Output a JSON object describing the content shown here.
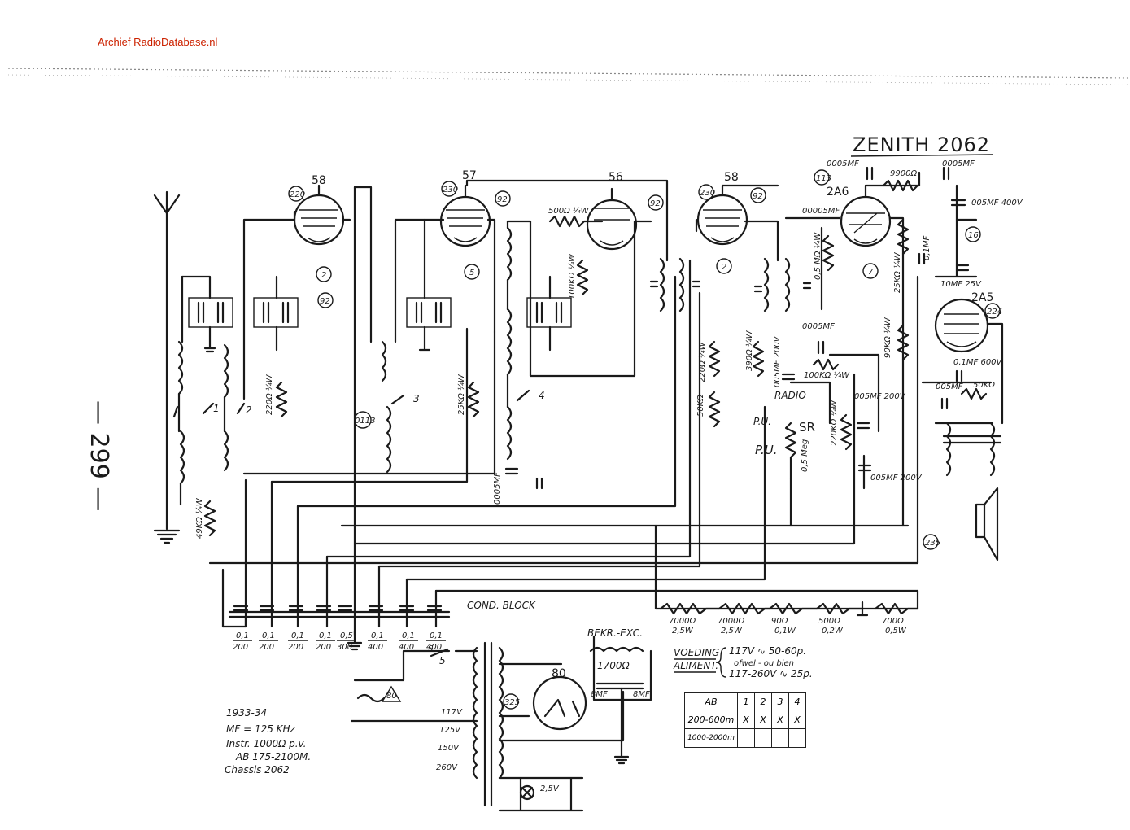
{
  "source_label": "Archief RadioDatabase.nl",
  "title": "ZENITH 2062",
  "page_number": "— 299 —",
  "tubes": {
    "t1": "58",
    "t2": "57",
    "t3": "56",
    "t4": "58",
    "t5": "2A6",
    "t6": "2A5",
    "rect": "80"
  },
  "circled_refs": {
    "c220a": "220",
    "c2a": "2",
    "c92a": "92",
    "c230a": "230",
    "c92b": "92",
    "c5": "5",
    "c92c": "92",
    "c230b": "230",
    "c92d": "92",
    "c2b": "2",
    "c113": "113",
    "c7": "7",
    "c16": "16",
    "c224": "224",
    "c235": "235",
    "c325": "325",
    "c0113": "0113",
    "c80": "80"
  },
  "switch_numbers": {
    "s1": "1",
    "s2": "2",
    "s3": "3",
    "s4": "4",
    "s5": "5"
  },
  "component_labels": {
    "r500": "500Ω ¼W",
    "r100k": "100KΩ ¼W",
    "r25k": "25KΩ ¼W",
    "r220a": "220Ω ¼W",
    "r220b": "220Ω ¼W",
    "r50k": "50KΩ",
    "r49k": "49KΩ ¼W",
    "r390": "390Ω ¼W",
    "r100k2": "100KΩ ¼W",
    "r220k": "220KΩ ¼W",
    "r9900": "9900Ω",
    "r90k": "90KΩ ¼W",
    "r25kb": "25KΩ ¼W",
    "r50kb": "50KΩ",
    "r0_5m": "0,5 MΩ ¼W",
    "c00005a": "0005MF",
    "c00005b": "0005MF",
    "c00005c": "0005MF",
    "c00005d": "00005MF",
    "c0005e": "0005MF",
    "c005a": "005MF 200V",
    "c005b": "005MF 200V",
    "c005c": "005MF 400V",
    "c005d": "005MF 200V",
    "c0_1a": "0,1MF",
    "c10mf": "10MF 25V",
    "c0_1b": "0,1MF 600V",
    "c005e": "005MF",
    "radio": "RADIO",
    "pu1": "P.U.",
    "pu2": "P.U.",
    "sr": "SR",
    "r0_5meg": "0,5 Meg",
    "bekr": "BEKR.-EXC.",
    "r1700": "1700Ω",
    "hf8a": "8MF",
    "hf8b": "8MF",
    "v117": "117V",
    "v125": "125V",
    "v150": "150V",
    "v260": "260V",
    "v25": "2,5V",
    "s_sw": "S",
    "cond_block": "COND. BLOCK"
  },
  "divider_resistors": [
    {
      "value": "7000Ω",
      "watt": "2,5W"
    },
    {
      "value": "7000Ω",
      "watt": "2,5W"
    },
    {
      "value": "90Ω",
      "watt": "0,1W"
    },
    {
      "value": "500Ω",
      "watt": "0,2W"
    },
    {
      "value": "700Ω",
      "watt": "0,5W"
    }
  ],
  "cond_block_caps": [
    {
      "top": "0,1",
      "bottom": "200"
    },
    {
      "top": "0,1",
      "bottom": "200"
    },
    {
      "top": "0,1",
      "bottom": "200"
    },
    {
      "top": "0,1",
      "bottom": "200"
    },
    {
      "top": "0,5",
      "bottom": "300"
    },
    {
      "top": "0,1",
      "bottom": "400"
    },
    {
      "top": "0,1",
      "bottom": "400"
    },
    {
      "top": "0,1",
      "bottom": "400"
    }
  ],
  "voeding": {
    "label1": "VOEDING",
    "label2": "ALIMENT.",
    "line1": "117V ∿ 50-60p.",
    "line2": "ofwel - ou bien",
    "line3": "117-260V ∿ 25p."
  },
  "notes": {
    "year": "1933-34",
    "mf": "MF = 125 KHz",
    "instr": "Instr. 1000Ω p.v.",
    "ab": "AB 175-2100M.",
    "chassis": "Chassis 2062"
  },
  "band_table": {
    "headers": [
      "AB",
      "1",
      "2",
      "3",
      "4"
    ],
    "rows": [
      [
        "200-600m",
        "X",
        "X",
        "X",
        "X"
      ],
      [
        "1000-2000m",
        "",
        "",
        "",
        ""
      ]
    ]
  }
}
